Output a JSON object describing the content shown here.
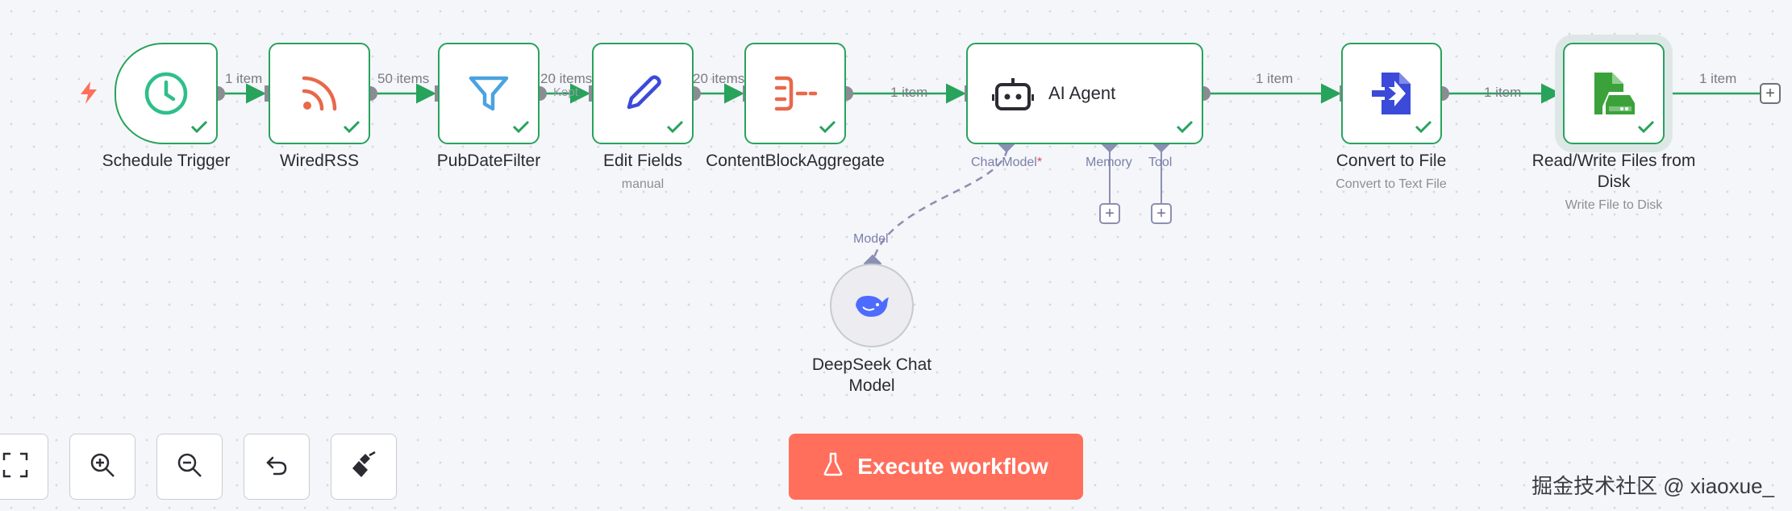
{
  "nodes": {
    "schedule_trigger": {
      "label": "Schedule Trigger",
      "icon": "clock-icon"
    },
    "wired_rss": {
      "label": "WiredRSS",
      "icon": "rss-icon"
    },
    "pub_date_filter": {
      "label": "PubDateFilter",
      "icon": "filter-icon"
    },
    "edit_fields": {
      "label": "Edit Fields",
      "subtitle": "manual",
      "icon": "pencil-icon"
    },
    "content_block_aggregate": {
      "label": "ContentBlockAggregate",
      "icon": "aggregate-icon"
    },
    "ai_agent": {
      "label": "AI Agent",
      "icon": "robot-icon"
    },
    "convert_to_file": {
      "label": "Convert to File",
      "subtitle": "Convert to Text File",
      "icon": "convert-file-icon"
    },
    "read_write_files": {
      "label_line1": "Read/Write Files from",
      "label_line2": "Disk",
      "subtitle": "Write File to Disk",
      "icon": "disk-file-icon"
    },
    "deepseek": {
      "label_line1": "DeepSeek Chat",
      "label_line2": "Model",
      "icon": "whale-icon"
    }
  },
  "edges": [
    {
      "label": "1 item"
    },
    {
      "label": "50 items"
    },
    {
      "label": "20 items",
      "sub": "Kept"
    },
    {
      "label": "20 items"
    },
    {
      "label": "1 item"
    },
    {
      "label": "1 item"
    },
    {
      "label": "1 item"
    },
    {
      "label": "1 item"
    }
  ],
  "ai_ports": {
    "chat_model": "Chat Model",
    "required_mark": "*",
    "memory": "Memory",
    "tool": "Tool",
    "model": "Model"
  },
  "controls": {
    "execute_label": "Execute workflow",
    "buttons": [
      "fit-view-icon",
      "zoom-in-icon",
      "zoom-out-icon",
      "undo-icon",
      "tidy-up-icon"
    ]
  },
  "watermark": "掘金技术社区 @ xiaoxue_",
  "colors": {
    "success": "#27a35c",
    "execute": "#ff6f5c",
    "port": "#8b8fb3",
    "rss": "#e8684a",
    "filter": "#4aa3e0",
    "pencil": "#3b4ad8",
    "aggregate": "#e8684a",
    "convert": "#3b4ad8",
    "disk": "#3ba23b"
  }
}
